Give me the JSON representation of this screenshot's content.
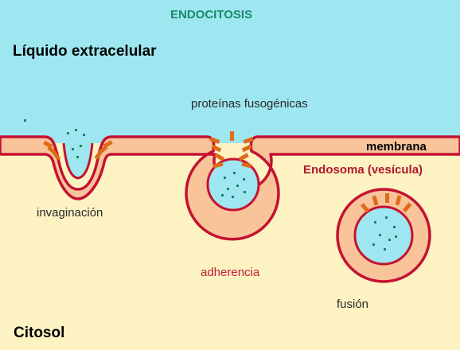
{
  "diagram": {
    "title": "ENDOCITOSIS",
    "regions": {
      "extracellular": "Líquido extracelular",
      "cytosol": "Citosol"
    },
    "labels": {
      "fusogenic_proteins": "proteínas fusogénicas",
      "membrane": "membrana",
      "endosome": "Endosoma (vesícula)"
    },
    "stages": [
      {
        "id": "invagination",
        "label": "invaginación"
      },
      {
        "id": "adherence",
        "label": "adherencia"
      },
      {
        "id": "fusion",
        "label": "fusión"
      }
    ],
    "colors": {
      "extracellular": "#9fe7f0",
      "cytosol": "#fdf2c2",
      "membrane_fill": "#f9c49a",
      "membrane_edge": "#c41232",
      "protein": "#df6a1a",
      "particle": "#0f8a64",
      "vesicle_lumen": "#9fe7f0"
    }
  }
}
